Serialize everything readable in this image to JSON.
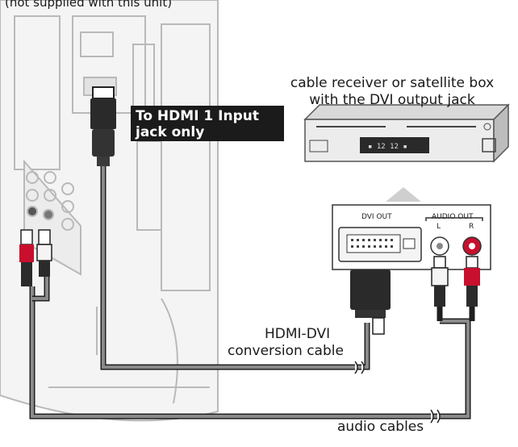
{
  "top_partial_text": "(not supplied with this unit)",
  "receiver_label_line1": "cable receiver or satellite box",
  "receiver_label_line2": "with the DVI output jack",
  "hdmi_callout_line1": "To HDMI 1 Input",
  "hdmi_callout_line2": "jack only",
  "panel": {
    "dvi_out": "DVI OUT",
    "audio_out": "AUDIO OUT",
    "left": "L",
    "right": "R"
  },
  "cable_label_line1": "HDMI-DVI",
  "cable_label_line2": "conversion cable",
  "audio_cables_label": "audio cables",
  "colors": {
    "red_plug": "#c8102e",
    "cable": "#5a5a5a",
    "callout_bg": "#1b1b1b"
  }
}
